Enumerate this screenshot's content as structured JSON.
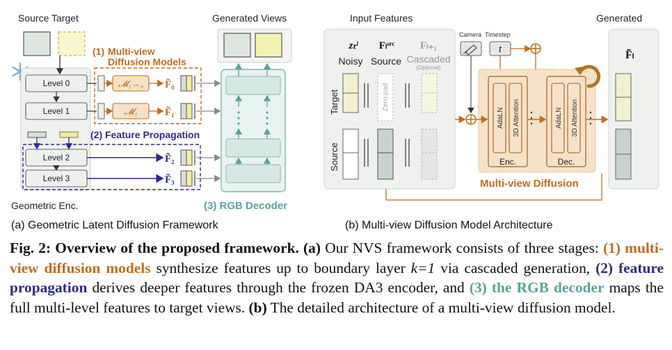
{
  "panel_a": {
    "source_target": "Source Target",
    "generated_views": "Generated Views",
    "stage1_num": "(1)",
    "stage1_line1": "Multi-view",
    "stage1_line2": "Diffusion Models",
    "stage2": "(2) Feature Propagation",
    "stage3": "(3) RGB Decoder",
    "geometric_enc": "Geometric Enc.",
    "levels": [
      "Level 0",
      "Level 1",
      "Level 2",
      "Level 3"
    ],
    "models": [
      "𝓜₁→₀",
      "𝓜₁"
    ],
    "features": [
      "F̃₀",
      "F̃₁",
      "F̃₂",
      "F̃₃"
    ],
    "caption": "(a) Geometric Latent Diffusion Framework"
  },
  "panel_b": {
    "input_features": "Input Features",
    "generated": "Generated",
    "noisy_symbol": "zₜˡ",
    "noisy_label": "Noisy",
    "source_symbol": "Fₗˢʳᶜ",
    "source_label": "Source",
    "cascaded_symbol": "Fₗ₊₁",
    "cascaded_label": "Cascaded",
    "optional": "(Optional)",
    "zero_pad": "Zero-pad",
    "target_label": "Target",
    "source_row_label": "Source",
    "camera": "Camera",
    "timestep": "Timestep",
    "t_symbol": "t",
    "adaln": "AdaLN",
    "attention": "3D Attention",
    "enc": "Enc.",
    "dec": "Dec.",
    "mvd": "Multi-view Diffusion",
    "out_symbol": "F̃ₗ",
    "caption": "(b) Multi-view Diffusion Model Architecture"
  },
  "caption": {
    "fig_label": "Fig. 2:",
    "title": "Overview of the proposed framework.",
    "a_mark": "(a)",
    "t1": "Our NVS framework consists of three stages:",
    "stage1": "(1) multi-view diffusion models",
    "t2": "synthesize features up to boundary layer",
    "k_eq": "k=1",
    "t3": "via cascaded generation,",
    "stage2": "(2) feature propagation",
    "t4": "derives deeper features through the frozen DA3 encoder, and",
    "stage3": "(3) the RGB decoder",
    "t5": "maps the full multi-level features to target views.",
    "b_mark": "(b)",
    "t6": "The detailed architecture of a multi-view diffusion model."
  },
  "colors": {
    "orange": "#c06d1c",
    "blue": "#2e2a8a",
    "teal": "#5aa39a",
    "panel_gray": "#eef1ee",
    "target_yellow": "#f1f2cc"
  }
}
